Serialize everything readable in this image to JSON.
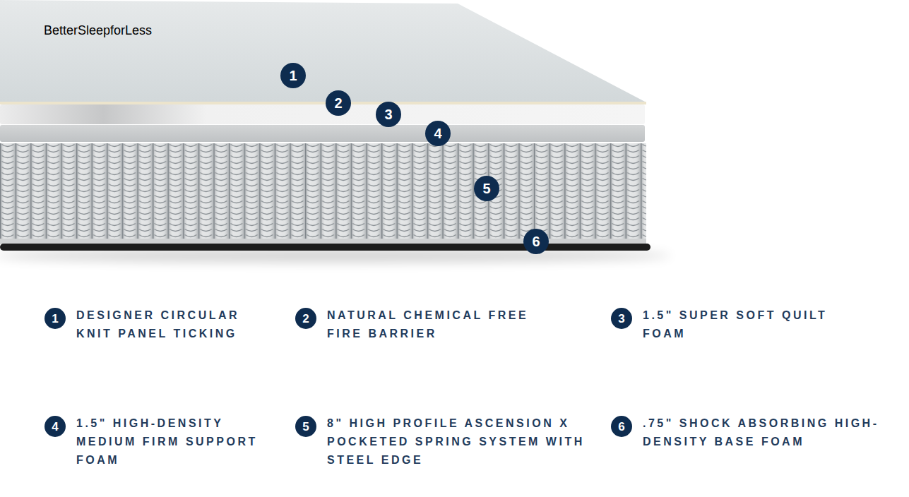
{
  "diagram": {
    "nodes": [
      {
        "text": [
          "1"
        ]
      },
      {
        "text": [
          "2"
        ]
      },
      {
        "text": [
          "3"
        ]
      },
      {
        "text": [
          "4"
        ]
      },
      {
        "text": [
          "5"
        ]
      },
      {
        "text": [
          "6"
        ]
      },
      {
        "text": [
          "1",
          "DESIGNER CIRCULAR KNIT PANEL TICKING"
        ]
      },
      {
        "text": [
          "2",
          "NATURAL CHEMICAL FREE FIRE BARRIER"
        ]
      },
      {
        "text": [
          "3",
          "1.5\" SUPER SOFT QUILT FOAM"
        ]
      },
      {
        "text": [
          "4",
          "1.5\" HIGH-DENSITY MEDIUM FIRM SUPPORT FOAM"
        ]
      },
      {
        "text": [
          "5",
          "8\" HIGH PROFILE ASCENSION X POCKETED SPRING SYSTEM WITH STEEL EDGE"
        ]
      },
      {
        "text": [
          "6",
          ".75\" SHOCK ABSORBING HIGH-DENSITY BASE FOAM"
        ]
      }
    ],
    "labels": [
      "BetterSleepforLess"
    ]
  }
}
